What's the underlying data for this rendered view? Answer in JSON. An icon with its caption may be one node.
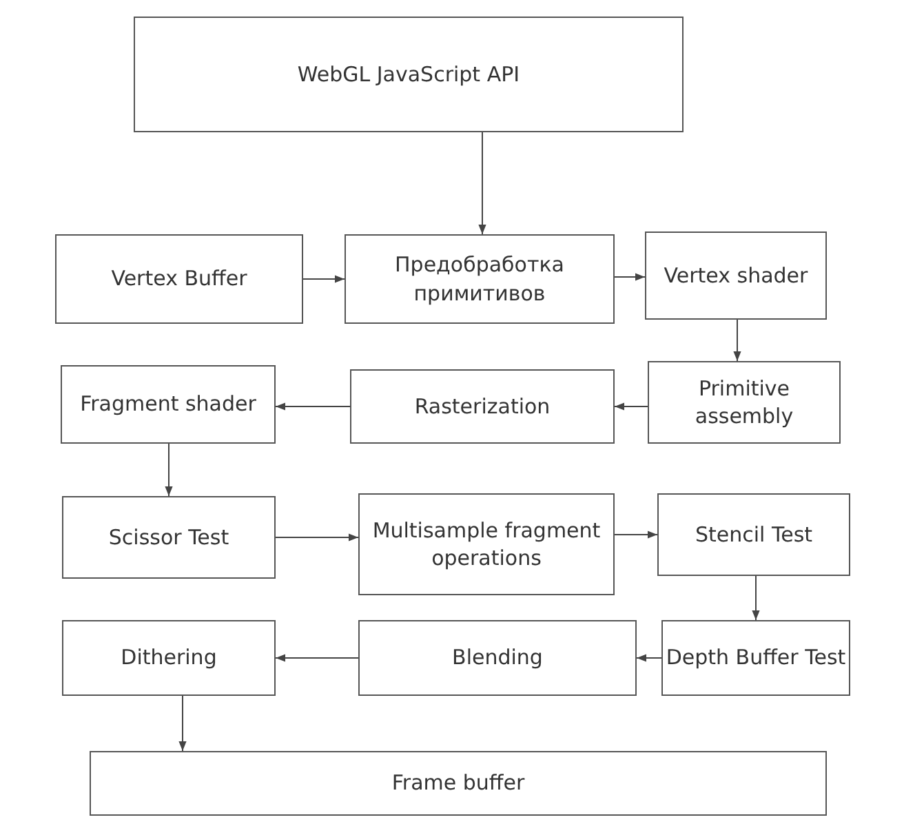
{
  "diagram": {
    "nodes": [
      {
        "text": [
          "WebGL JavaScript API"
        ]
      },
      {
        "text": [
          "Vertex Buffer"
        ]
      },
      {
        "text": [
          "Предобработка примитивов"
        ]
      },
      {
        "text": [
          "Vertex shader"
        ]
      },
      {
        "text": [
          "Primitive assembly"
        ]
      },
      {
        "text": [
          "Rasterization"
        ]
      },
      {
        "text": [
          "Fragment shader"
        ]
      },
      {
        "text": [
          "Scissor Test"
        ]
      },
      {
        "text": [
          "Multisample fragment operations"
        ]
      },
      {
        "text": [
          "Stencil Test"
        ]
      },
      {
        "text": [
          "Depth Buffer Test"
        ]
      },
      {
        "text": [
          "Blending"
        ]
      },
      {
        "text": [
          "Dithering"
        ]
      },
      {
        "text": [
          "Frame buffer"
        ]
      }
    ],
    "edges": [
      {
        "from": 0,
        "to": 2,
        "arrow": "to"
      },
      {
        "from": 1,
        "to": 2,
        "arrow": "to"
      },
      {
        "from": 2,
        "to": 3,
        "arrow": "to"
      },
      {
        "from": 3,
        "to": 4,
        "arrow": "to"
      },
      {
        "from": 4,
        "to": 5,
        "arrow": "to"
      },
      {
        "from": 5,
        "to": 6,
        "arrow": "to"
      },
      {
        "from": 6,
        "to": 7,
        "arrow": "to"
      },
      {
        "from": 7,
        "to": 8,
        "arrow": "to"
      },
      {
        "from": 8,
        "to": 9,
        "arrow": "to"
      },
      {
        "from": 9,
        "to": 10,
        "arrow": "to"
      },
      {
        "from": 10,
        "to": 11,
        "arrow": "to"
      },
      {
        "from": 11,
        "to": 12,
        "arrow": "to"
      },
      {
        "from": 12,
        "to": 13,
        "arrow": "to"
      }
    ]
  }
}
